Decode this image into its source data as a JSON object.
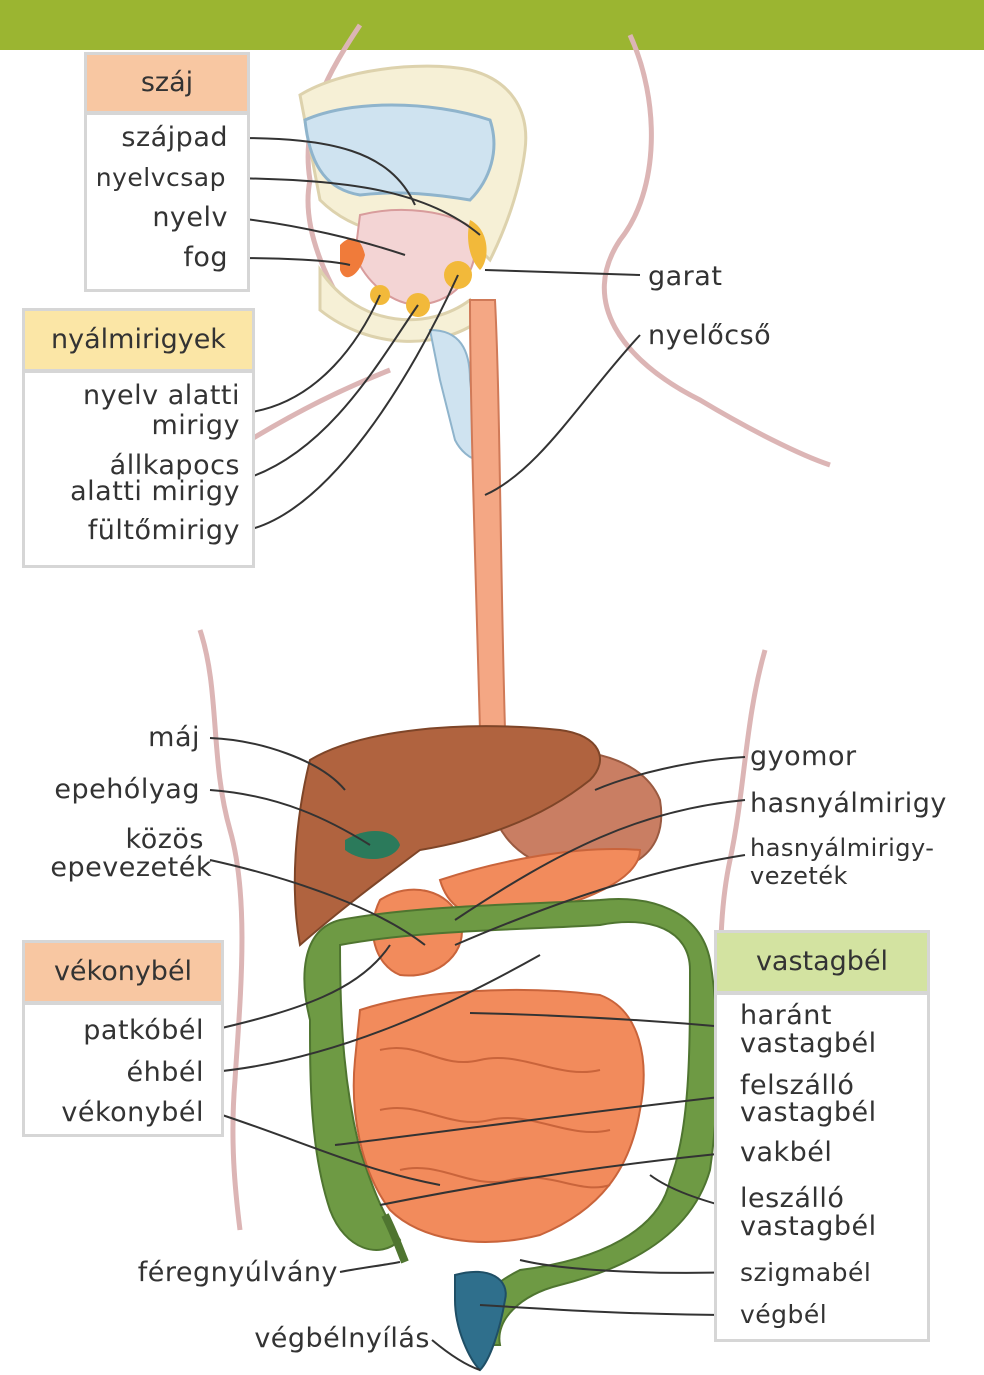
{
  "header": {
    "bar_color": "#9bb531"
  },
  "colors": {
    "esophagus": "#f4a784",
    "liver": "#b0633f",
    "stomach": "#c97e63",
    "small_intestine": "#f28b5c",
    "large_intestine": "#6e9a44",
    "rectum": "#2f6f8c",
    "saliva_glands": "#f2b93a",
    "palate": "#cfe3f0",
    "gallbladder": "#2b7a5b"
  },
  "groups": {
    "mouth": {
      "title": "száj",
      "items": [
        "szájpad",
        "nyelvcsap",
        "nyelv",
        "fog"
      ]
    },
    "salivary": {
      "title": "nyálmirigyek",
      "items": [
        "nyelv alatti",
        "mirigy",
        "állkapocs",
        "alatti mirigy",
        "fültőmirigy"
      ]
    },
    "small_intestine": {
      "title": "vékonybél",
      "items": [
        "patkóbél",
        "éhbél",
        "vékonybél"
      ]
    },
    "large_intestine": {
      "title": "vastagbél",
      "items": [
        "haránt",
        "vastagbél",
        "felszálló",
        "vastagbél",
        "vakbél",
        "leszálló",
        "vastagbél",
        "szigmabél",
        "végbél"
      ]
    }
  },
  "labels": {
    "garat": "garat",
    "nyelocso": "nyelőcső",
    "maj": "máj",
    "epeholyag": "epehólyag",
    "kozos1": "közös",
    "kozos2": "epevezeték",
    "gyomor": "gyomor",
    "hasnyal": "hasnyálmirigy",
    "hasvez1": "hasnyálmirigy-",
    "hasvez2": "vezeték",
    "fereg": "féregnyúlvány",
    "vegbelnyilas": "végbélnyílás"
  }
}
